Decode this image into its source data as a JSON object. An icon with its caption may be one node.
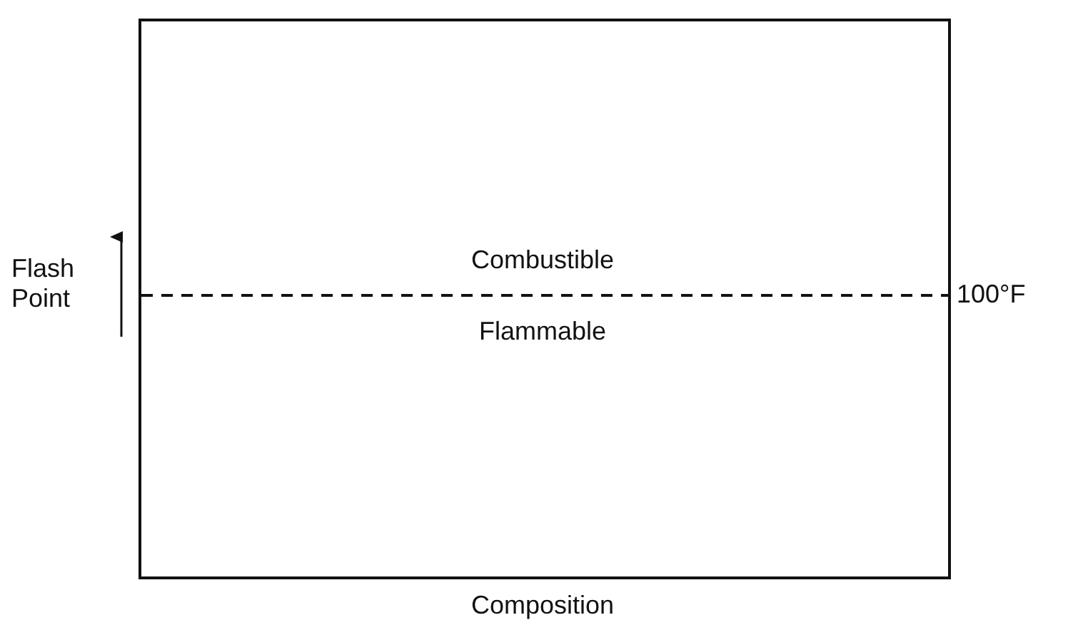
{
  "diagram": {
    "labels": [
      "Flash Point",
      "Combustible",
      "100°F",
      "Flammable",
      "Composition"
    ]
  }
}
